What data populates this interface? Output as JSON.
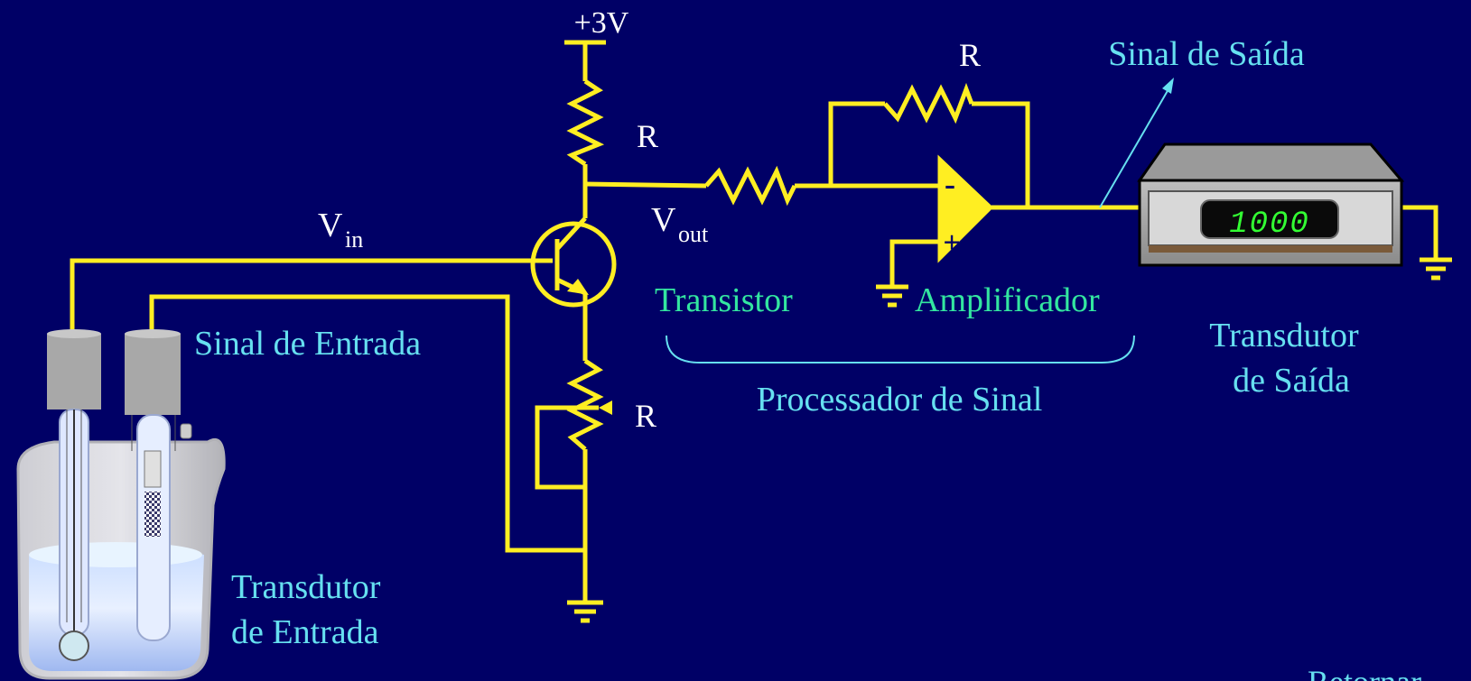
{
  "colors": {
    "background": "#000066",
    "wire": "#ffee22",
    "label_white": "#ffffff",
    "label_cyan": "#66e0f0",
    "label_green": "#33e6a0",
    "display_digits": "#33ff33"
  },
  "icons": [
    "beaker-icon",
    "electrode-icon",
    "npn-transistor-icon",
    "resistor-icon",
    "potentiometer-icon",
    "op-amp-icon",
    "ground-icon",
    "digital-meter-icon"
  ],
  "labels": {
    "supply": "+3V",
    "r_top": "R",
    "r_bottom": "R",
    "r_feedback": "R",
    "vin_main": "V",
    "vin_sub": "in",
    "vout_main": "V",
    "vout_sub": "out",
    "transistor": "Transistor",
    "amplifier": "Amplificador",
    "processor": "Processador de Sinal",
    "input_signal": "Sinal de Entrada",
    "output_signal": "Sinal de Saída",
    "input_transducer_1": "Transdutor",
    "input_transducer_2": "de Entrada",
    "output_transducer_1": "Transdutor",
    "output_transducer_2": "de Saída",
    "opamp_minus": "-",
    "opamp_plus": "+",
    "display_value": "1000",
    "return_link": "Retornar"
  }
}
